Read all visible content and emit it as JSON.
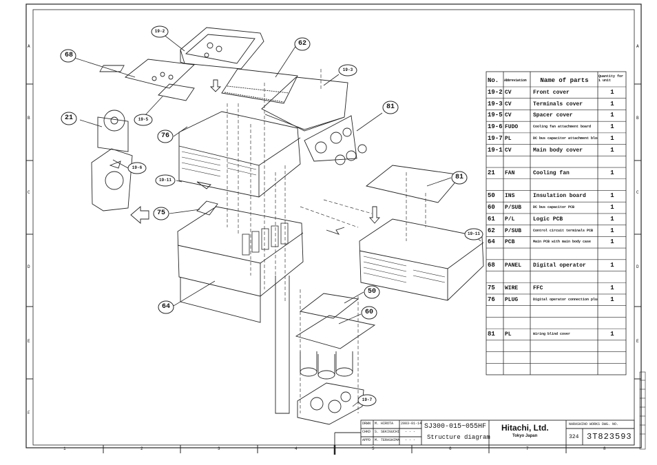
{
  "grid": {
    "columns": [
      "1",
      "2",
      "3",
      "4",
      "5",
      "6",
      "7",
      "8"
    ],
    "rows": [
      "A",
      "B",
      "C",
      "D",
      "E",
      "F"
    ]
  },
  "callouts": [
    {
      "id": "68",
      "text": "68"
    },
    {
      "id": "19-2",
      "text": "19-2"
    },
    {
      "id": "62",
      "text": "62"
    },
    {
      "id": "19-3",
      "text": "19-3"
    },
    {
      "id": "19-5",
      "text": "19-5"
    },
    {
      "id": "21",
      "text": "21"
    },
    {
      "id": "81a",
      "text": "81"
    },
    {
      "id": "76",
      "text": "76"
    },
    {
      "id": "19-6",
      "text": "19-6"
    },
    {
      "id": "19-11",
      "text": "19-11"
    },
    {
      "id": "81b",
      "text": "81"
    },
    {
      "id": "75",
      "text": "75"
    },
    {
      "id": "19-11b",
      "text": "19-11"
    },
    {
      "id": "64",
      "text": "64"
    },
    {
      "id": "50",
      "text": "50"
    },
    {
      "id": "60",
      "text": "60"
    },
    {
      "id": "19-7",
      "text": "19-7"
    }
  ],
  "parts_table": {
    "headers": [
      "No.",
      "Abbreviation",
      "Name of parts",
      "Quantity for 1 unit"
    ],
    "rows": [
      {
        "no": "19-2",
        "abbr": "CV",
        "name": "Front cover",
        "qty": "1"
      },
      {
        "no": "19-3",
        "abbr": "CV",
        "name": "Terminals cover",
        "qty": "1"
      },
      {
        "no": "19-5",
        "abbr": "CV",
        "name": "Spacer cover",
        "qty": "1"
      },
      {
        "no": "19-6",
        "abbr": "FUDO",
        "name": "Cooling fan attachment board",
        "qty": "1"
      },
      {
        "no": "19-7",
        "abbr": "PL",
        "name": "DC bus capacitor attachment block",
        "qty": "1"
      },
      {
        "no": "19-11",
        "abbr": "CV",
        "name": "Main body cover",
        "qty": "1"
      },
      {
        "no": "",
        "abbr": "",
        "name": "",
        "qty": ""
      },
      {
        "no": "21",
        "abbr": "FAN",
        "name": "Cooling fan",
        "qty": "1"
      },
      {
        "no": "",
        "abbr": "",
        "name": "",
        "qty": ""
      },
      {
        "no": "50",
        "abbr": "INS",
        "name": "Insulation board",
        "qty": "1"
      },
      {
        "no": "60",
        "abbr": "P/SUB",
        "name": "DC bus capacitor PCB",
        "qty": "1"
      },
      {
        "no": "61",
        "abbr": "P/L",
        "name": "Logic PCB",
        "qty": "1"
      },
      {
        "no": "62",
        "abbr": "P/SUB",
        "name": "Control circuit terminals PCB",
        "qty": "1"
      },
      {
        "no": "64",
        "abbr": "PCB",
        "name": "Main PCB with main body case",
        "qty": "1"
      },
      {
        "no": "",
        "abbr": "",
        "name": "",
        "qty": ""
      },
      {
        "no": "68",
        "abbr": "PANEL",
        "name": "Digital operator",
        "qty": "1"
      },
      {
        "no": "",
        "abbr": "",
        "name": "",
        "qty": ""
      },
      {
        "no": "75",
        "abbr": "WIRE",
        "name": "FFC",
        "qty": "1"
      },
      {
        "no": "76",
        "abbr": "PLUG",
        "name": "Digital operator connection plug",
        "qty": "1"
      },
      {
        "no": "",
        "abbr": "",
        "name": "",
        "qty": ""
      },
      {
        "no": "",
        "abbr": "",
        "name": "",
        "qty": ""
      },
      {
        "no": "81",
        "abbr": "PL",
        "name": "Wiring blind cover",
        "qty": "1"
      },
      {
        "no": "",
        "abbr": "",
        "name": "",
        "qty": ""
      },
      {
        "no": "",
        "abbr": "",
        "name": "",
        "qty": ""
      },
      {
        "no": "",
        "abbr": "",
        "name": "",
        "qty": ""
      }
    ]
  },
  "title_block": {
    "drwn_label": "DRWN",
    "drwn_name": "M. HIROTA",
    "drwn_date": "2003-01-14",
    "chkd_label": "CHKD",
    "chkd_name": "S. SEKIGUCHI",
    "chkd_date": "- - -",
    "appd_label": "APPD",
    "appd_name": "M. TERASHIMA",
    "appd_date": "- - -",
    "model": "SJ300-015~055HF",
    "title": "Structure diagram",
    "company": "Hitachi, Ltd.",
    "company_location": "Tokyo Japan",
    "works_label": "NARASHINO WORKS DWG. NO.",
    "dwg_prefix": "324",
    "dwg_no": "3T823593"
  }
}
